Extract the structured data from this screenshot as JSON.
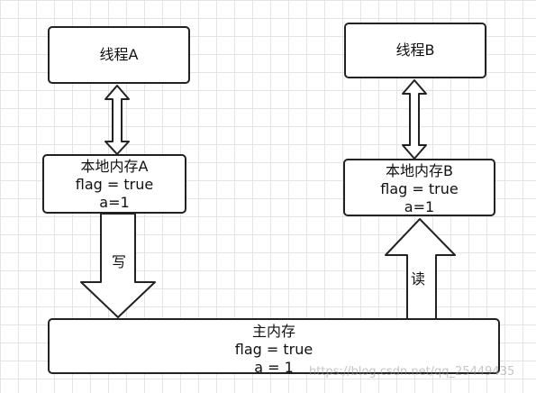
{
  "thread_a": {
    "label": "线程A"
  },
  "thread_b": {
    "label": "线程B"
  },
  "local_memory_a": {
    "title": "本地内存A",
    "flag_line": "flag = true",
    "a_line": "a=1"
  },
  "local_memory_b": {
    "title": "本地内存B",
    "flag_line": "flag = true",
    "a_line": "a=1"
  },
  "main_memory": {
    "title": "主内存",
    "flag_line": "flag = true",
    "a_line": "a = 1"
  },
  "arrows": {
    "write_label": "写",
    "read_label": "读"
  },
  "watermark": "https://blog.csdn.net/qq_25449435",
  "colors": {
    "stroke": "#222222",
    "fill": "#ffffff",
    "grid": "#e4e4e4"
  }
}
